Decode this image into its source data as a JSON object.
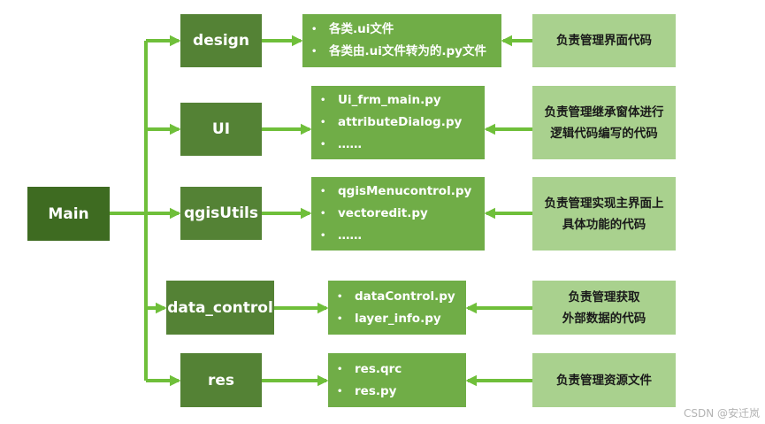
{
  "colors": {
    "main": "#3e6b21",
    "module": "#548235",
    "files": "#70ad47",
    "description": "#a9d18e",
    "arrow": "#6fbf3a"
  },
  "main": {
    "label": "Main"
  },
  "bullet": "•",
  "modules": [
    {
      "label": "design",
      "files": [
        "各类.ui文件",
        "各类由.ui文件转为的.py文件"
      ],
      "description": [
        "负责管理界面代码"
      ]
    },
    {
      "label": "UI",
      "files": [
        "Ui_frm_main.py",
        "attributeDialog.py",
        "……"
      ],
      "description": [
        "负责管理继承窗体进行",
        "逻辑代码编写的代码"
      ]
    },
    {
      "label": "qgisUtils",
      "files": [
        "qgisMenucontrol.py",
        "vectoredit.py",
        "……"
      ],
      "description": [
        "负责管理实现主界面上",
        "具体功能的代码"
      ]
    },
    {
      "label": "data_control",
      "files": [
        "dataControl.py",
        "layer_info.py"
      ],
      "description": [
        "负责管理获取",
        "外部数据的代码"
      ]
    },
    {
      "label": "res",
      "files": [
        "res.qrc",
        "res.py"
      ],
      "description": [
        "负责管理资源文件"
      ]
    }
  ],
  "watermark": "CSDN @安迁岚"
}
